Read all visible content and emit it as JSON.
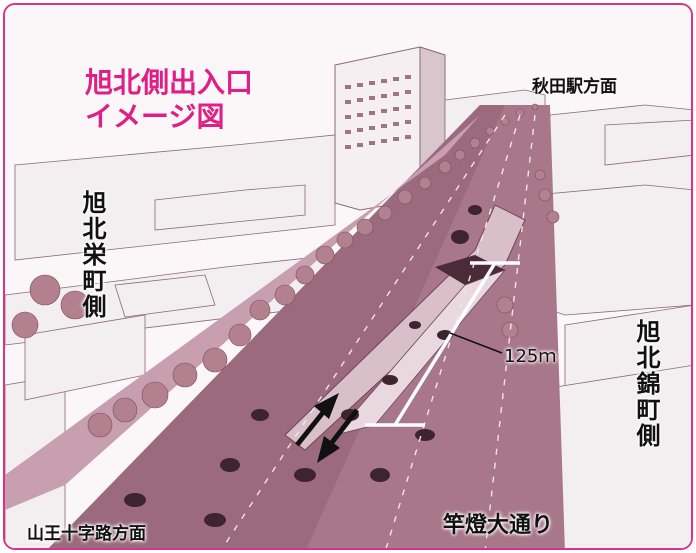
{
  "diagram": {
    "title_lines": [
      "旭北側出入口",
      "イメージ図"
    ],
    "labels": {
      "akita_station": "秋田駅方面",
      "sanno_junction": "山王十字路方面",
      "kanto_street": "竿燈大通り",
      "distance": "125ｍ",
      "asahikita_sakaecho": "旭北栄町側",
      "asahikita_nishikicho": "旭北錦町側"
    },
    "colors": {
      "accent": "#e01f86",
      "border": "#d6338a",
      "road": "#a8788a",
      "road_dark": "#7e4f63",
      "median": "#c59aab",
      "tree": "#b3808f",
      "building": "#f3eef0",
      "building_line": "#8a6a76"
    }
  }
}
